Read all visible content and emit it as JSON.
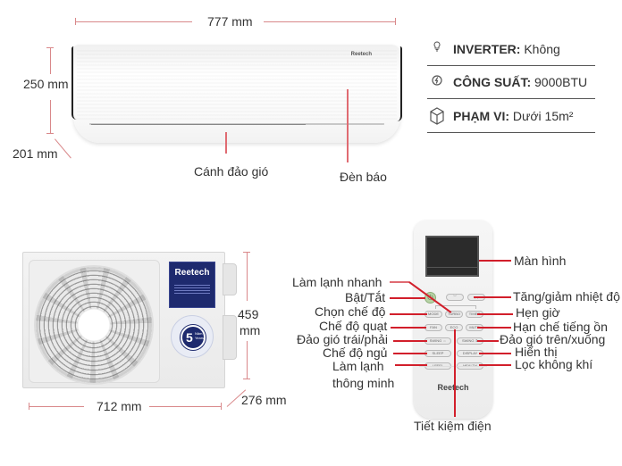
{
  "indoor_unit": {
    "brand": "Reetech",
    "width_label": "777 mm",
    "height_label": "250 mm",
    "depth_label": "201 mm",
    "callouts": {
      "louver": "Cánh đảo gió",
      "indicator": "Đèn báo"
    }
  },
  "specs": [
    {
      "icon": "bulb-icon",
      "label": "INVERTER:",
      "value": "Không"
    },
    {
      "icon": "power-icon",
      "label": "CÔNG SUẤT:",
      "value": "9000BTU"
    },
    {
      "icon": "cube-icon",
      "label": "PHẠM VI:",
      "value": "Dưới 15m²"
    }
  ],
  "outdoor_unit": {
    "brand": "Reetech",
    "warranty_years": "5",
    "warranty_unit_top": "Năm",
    "warranty_unit_bottom": "Years",
    "width_label": "712 mm",
    "height_label_1": "459",
    "height_label_2": "mm",
    "depth_label": "276 mm"
  },
  "remote": {
    "brand": "Reetech",
    "buttons": {
      "power": "⏻",
      "down": "﹀",
      "up": "︿",
      "mode": "MODE",
      "turbo": "TURBO",
      "timer": "TIMER",
      "fan": "FAN",
      "eco": "ECO",
      "mute": "MUTE",
      "swing_lr": "SWING ⇔",
      "swing_ud": "SWING ⇕",
      "sleep": "SLEEP",
      "display": "DISPLAY",
      "feel": "I FEEL",
      "health": "HEALTH"
    },
    "callouts_left": {
      "turbo": "Làm lạnh nhanh",
      "power": "Bật/Tắt",
      "mode": "Chọn chế độ",
      "fan": "Chế độ quạt",
      "swing_lr": "Đảo gió trái/phải",
      "sleep": "Chế độ ngủ",
      "feel_1": "Làm lạnh",
      "feel_2": "thông minh"
    },
    "callouts_right": {
      "screen": "Màn hình",
      "temp": "Tăng/giảm nhiệt độ",
      "timer": "Hẹn giờ",
      "mute": "Hạn chế tiếng ồn",
      "swing_ud": "Đảo gió trên/xuống",
      "display": "Hiển thị",
      "health": "Lọc không khí"
    },
    "callout_bottom": "Tiết kiệm điện"
  }
}
